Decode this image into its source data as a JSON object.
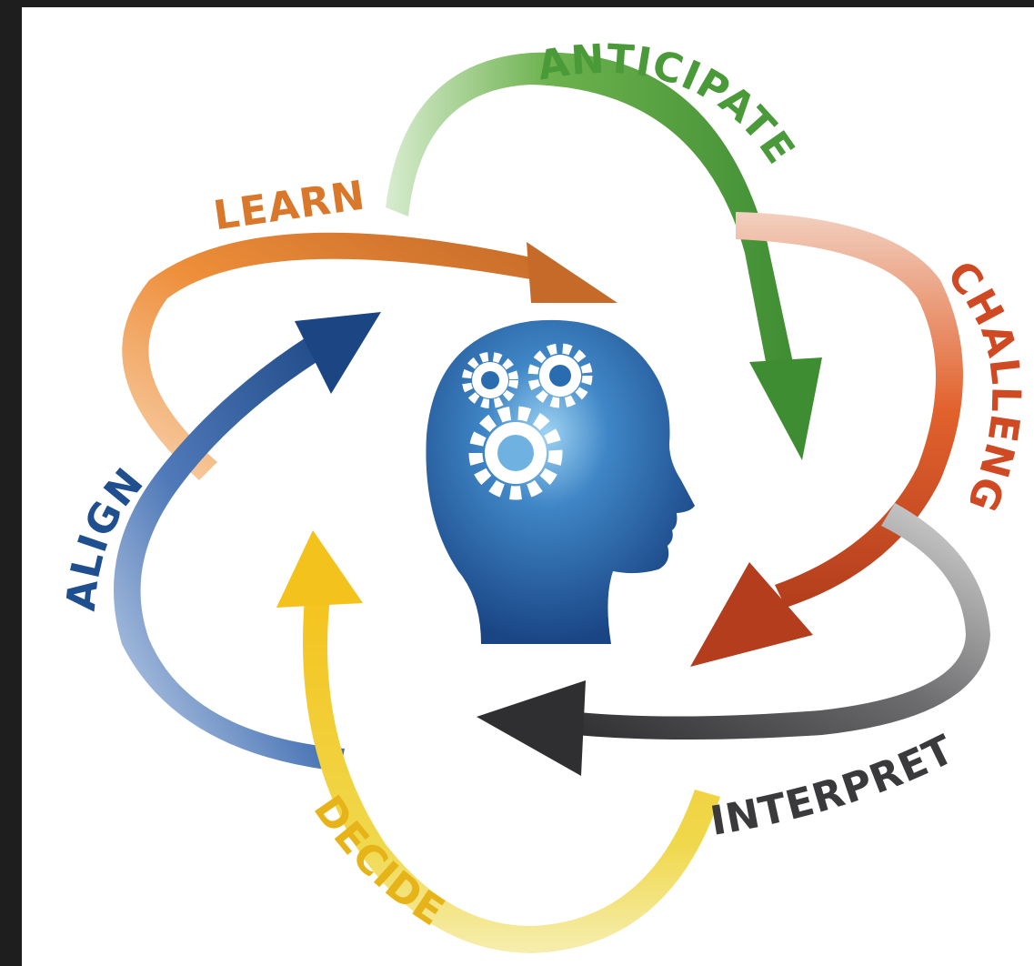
{
  "labels": {
    "anticipate": "ANTICIPATE",
    "learn": "LEARN",
    "challenge": "CHALLENGE",
    "align": "ALIGN",
    "interpret": "INTERPRET",
    "decide": "DECIDE"
  },
  "colors": {
    "anticipate": "#4a9a3a",
    "learn": "#d9772b",
    "challenge": "#cf4a23",
    "align": "#1f4f8e",
    "interpret": "#3a3a3c",
    "decide": "#e6b418",
    "head": "#1e4f91",
    "background": "#ffffff",
    "frame": "#1e1e1e"
  },
  "icons": [
    "head-silhouette",
    "gear-icon",
    "gear-icon",
    "gear-icon"
  ]
}
